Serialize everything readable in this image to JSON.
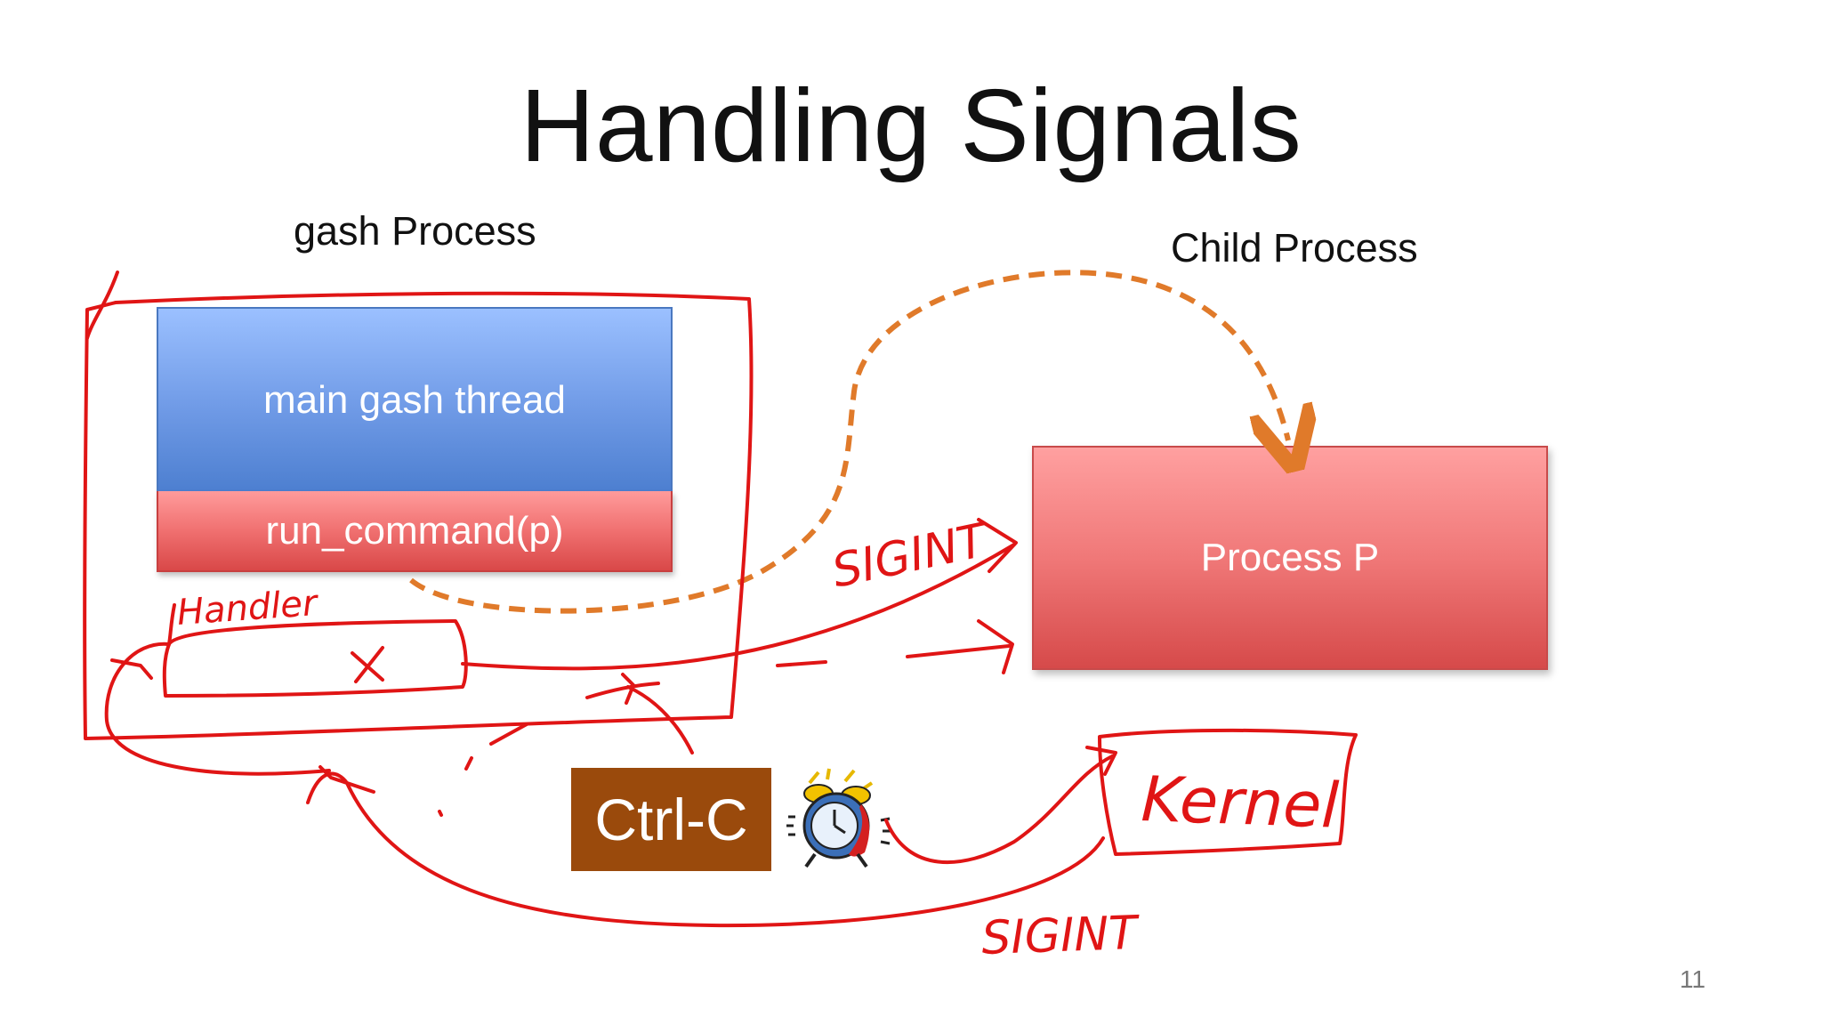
{
  "slide": {
    "title": "Handling Signals",
    "page_number": "11"
  },
  "captions": {
    "gash_process": "gash Process",
    "child_process": "Child Process"
  },
  "boxes": {
    "main_thread": "main gash thread",
    "run_command": "run_command(p)",
    "process_p": "Process P",
    "ctrl_c": "Ctrl-C"
  },
  "annotations": {
    "handler": "Handler",
    "x_mark": "x",
    "sigint_upper": "SIGINT",
    "kernel": "Kernel",
    "sigint_lower": "SIGINT"
  },
  "icons": {
    "alarm_clock": "alarm-clock-icon"
  },
  "colors": {
    "title": "#111111",
    "main_thread_fill": "#6f9ae6",
    "run_command_fill": "#f07070",
    "process_p_fill": "#f07878",
    "ctrl_c_fill": "#9a4a0c",
    "dashed_arrow": "#e07a2a",
    "ink_red": "#e01515"
  }
}
